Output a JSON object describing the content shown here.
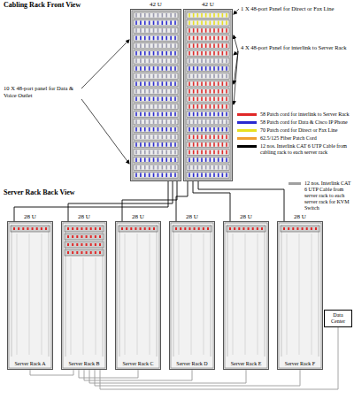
{
  "diagram": {
    "nodes": [
      {
        "text": [
          "42 U"
        ]
      },
      {
        "text": [
          "42 U"
        ]
      },
      {
        "text": [
          "28 U",
          "Server Rack A"
        ]
      },
      {
        "text": [
          "28 U",
          "Server Rack B"
        ]
      },
      {
        "text": [
          "28 U",
          "Server Rack C"
        ]
      },
      {
        "text": [
          "28 U",
          "Server Rack D"
        ]
      },
      {
        "text": [
          "28 U",
          "Server Rack E"
        ]
      },
      {
        "text": [
          "28 U",
          "Server Rack F"
        ]
      },
      {
        "text": [
          "Data Center"
        ]
      }
    ],
    "edges": [
      {
        "from": 0,
        "to": 2,
        "arrow": "none"
      },
      {
        "from": 0,
        "to": 3,
        "arrow": "none"
      },
      {
        "from": 0,
        "to": 4,
        "arrow": "none"
      },
      {
        "from": 1,
        "to": 5,
        "arrow": "none"
      },
      {
        "from": 1,
        "to": 6,
        "arrow": "none"
      },
      {
        "from": 1,
        "to": 7,
        "arrow": "none"
      },
      {
        "from": 3,
        "to": 2,
        "arrow": "none"
      },
      {
        "from": 3,
        "to": 4,
        "arrow": "none"
      },
      {
        "from": 3,
        "to": 5,
        "arrow": "none"
      },
      {
        "from": 3,
        "to": 6,
        "arrow": "none"
      },
      {
        "from": 3,
        "to": 7,
        "arrow": "none"
      },
      {
        "from": 8,
        "to": 3,
        "arrow": "none"
      }
    ],
    "labels": [
      "Cabling Rack Front View",
      "10 X 48-port panel for Data & Voice Outlet",
      "1 X 48-port Panel for Direct or Fax Line",
      "4 X 48-port Panel for interlink to Server Rack",
      "Server Rack Back View"
    ],
    "legend": [
      {
        "text": "58 Patch cord for interlink to Server Rack",
        "color": "#e02828"
      },
      {
        "text": "58 Patch cord for Data & Cisco IP Phone",
        "color": "#2a2ad0"
      },
      {
        "text": "70 Patch cord for Direct or Fax Line",
        "color": "#e8e020"
      },
      {
        "text": "62.5/125 Fiber Patch Cord",
        "color": "#f0a030"
      },
      {
        "text": "12 nos. Interlink CAT 6 UTP Cable from cabling rack to each server rack",
        "color": "#000000"
      },
      {
        "text": "12 nos. Interlink CAT 6 UTP Cable from server rack to each server rack for KVM Switch",
        "color": "#a0a0a0"
      }
    ]
  }
}
